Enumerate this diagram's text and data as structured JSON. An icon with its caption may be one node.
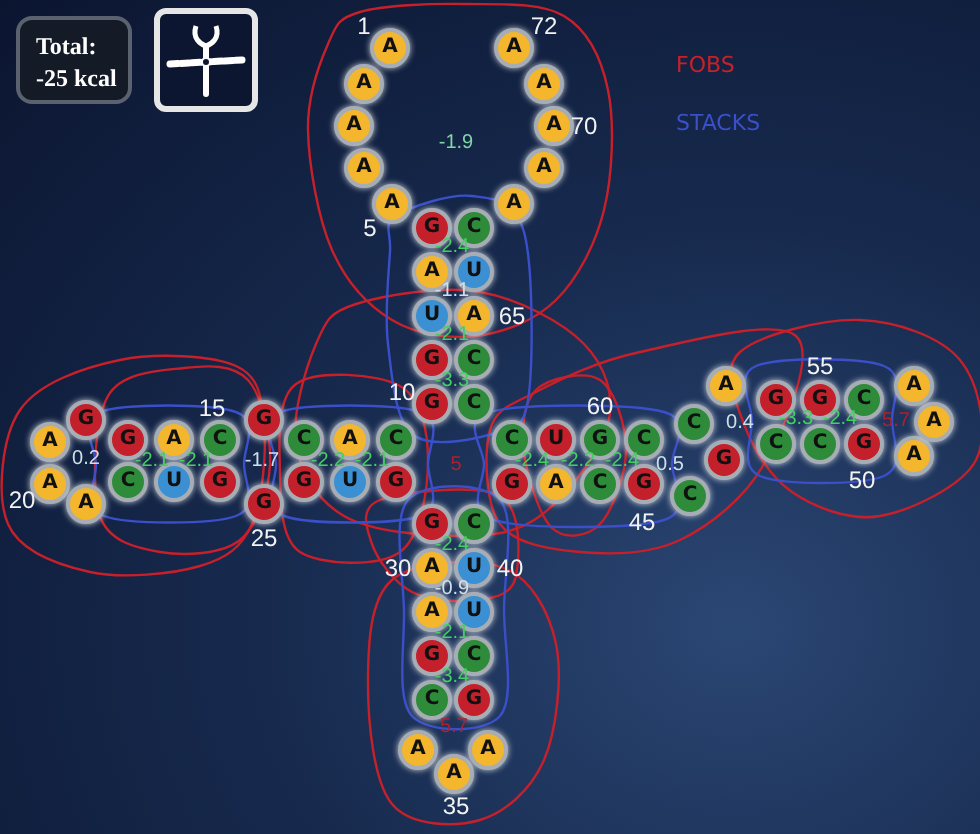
{
  "diagram": {
    "nodes": [
      {
        "text": [
          "Total: -25 kcal"
        ]
      },
      {
        "text": [
          "A"
        ],
        "beside": [
          "1"
        ]
      },
      {
        "text": [
          "A"
        ]
      },
      {
        "text": [
          "A"
        ]
      },
      {
        "text": [
          "A"
        ]
      },
      {
        "text": [
          "A"
        ],
        "beside": [
          "5"
        ]
      },
      {
        "text": [
          "G"
        ]
      },
      {
        "text": [
          "A"
        ]
      },
      {
        "text": [
          "U"
        ]
      },
      {
        "text": [
          "G"
        ]
      },
      {
        "text": [
          "G"
        ],
        "beside": [
          "10"
        ]
      },
      {
        "text": [
          "C"
        ]
      },
      {
        "text": [
          "A"
        ]
      },
      {
        "text": [
          "C"
        ]
      },
      {
        "text": [
          "G"
        ]
      },
      {
        "text": [
          "C"
        ],
        "beside": [
          "15"
        ]
      },
      {
        "text": [
          "A"
        ]
      },
      {
        "text": [
          "G"
        ]
      },
      {
        "text": [
          "G"
        ]
      },
      {
        "text": [
          "A"
        ]
      },
      {
        "text": [
          "A"
        ],
        "beside": [
          "20"
        ]
      },
      {
        "text": [
          "A"
        ]
      },
      {
        "text": [
          "C"
        ]
      },
      {
        "text": [
          "U"
        ]
      },
      {
        "text": [
          "G"
        ]
      },
      {
        "text": [
          "G"
        ],
        "beside": [
          "25"
        ]
      },
      {
        "text": [
          "G"
        ]
      },
      {
        "text": [
          "U"
        ]
      },
      {
        "text": [
          "G"
        ]
      },
      {
        "text": [
          "G"
        ]
      },
      {
        "text": [
          "A"
        ],
        "beside": [
          "30"
        ]
      },
      {
        "text": [
          "A"
        ]
      },
      {
        "text": [
          "G"
        ]
      },
      {
        "text": [
          "C"
        ]
      },
      {
        "text": [
          "A"
        ]
      },
      {
        "text": [
          "A"
        ],
        "beside": [
          "35"
        ]
      },
      {
        "text": [
          "A"
        ]
      },
      {
        "text": [
          "G"
        ]
      },
      {
        "text": [
          "C"
        ]
      },
      {
        "text": [
          "U"
        ]
      },
      {
        "text": [
          "U"
        ],
        "beside": [
          "40"
        ]
      },
      {
        "text": [
          "C"
        ]
      },
      {
        "text": [
          "G"
        ]
      },
      {
        "text": [
          "A"
        ]
      },
      {
        "text": [
          "C"
        ]
      },
      {
        "text": [
          "G"
        ],
        "beside": [
          "45"
        ]
      },
      {
        "text": [
          "C"
        ]
      },
      {
        "text": [
          "G"
        ]
      },
      {
        "text": [
          "C"
        ]
      },
      {
        "text": [
          "C"
        ]
      },
      {
        "text": [
          "G"
        ],
        "beside": [
          "50"
        ]
      },
      {
        "text": [
          "A"
        ]
      },
      {
        "text": [
          "A"
        ]
      },
      {
        "text": [
          "A"
        ]
      },
      {
        "text": [
          "C"
        ]
      },
      {
        "text": [
          "G"
        ],
        "beside": [
          "55"
        ]
      },
      {
        "text": [
          "G"
        ]
      },
      {
        "text": [
          "A"
        ]
      },
      {
        "text": [
          "C"
        ]
      },
      {
        "text": [
          "C"
        ]
      },
      {
        "text": [
          "G"
        ],
        "beside": [
          "60"
        ]
      },
      {
        "text": [
          "U"
        ]
      },
      {
        "text": [
          "C"
        ]
      },
      {
        "text": [
          "C"
        ]
      },
      {
        "text": [
          "C"
        ]
      },
      {
        "text": [
          "A"
        ],
        "beside": [
          "65"
        ]
      },
      {
        "text": [
          "U"
        ]
      },
      {
        "text": [
          "C"
        ]
      },
      {
        "text": [
          "A"
        ]
      },
      {
        "text": [
          "A"
        ]
      },
      {
        "text": [
          "A"
        ],
        "beside": [
          "70"
        ]
      },
      {
        "text": [
          "A"
        ]
      },
      {
        "text": [
          "A"
        ],
        "beside": [
          "72"
        ]
      }
    ],
    "labels": [
      "-1.9",
      "-2.4",
      "-1.1",
      "-2.1",
      "-3.3",
      "0.4",
      "-3.3",
      "-2.4",
      "5.7",
      "0.2",
      "-2.1",
      "-2.1",
      "-1.7",
      "-2.2",
      "-2.1",
      "5",
      "-2.4",
      "-2.2",
      "-2.4",
      "0.5",
      "-2.4",
      "-0.9",
      "-2.1",
      "-3.4",
      "5.7"
    ],
    "legend": [
      {
        "text": "FOBS",
        "color": "#c8202a"
      },
      {
        "text": "STACKS",
        "color": "#3a4fc8"
      }
    ]
  }
}
